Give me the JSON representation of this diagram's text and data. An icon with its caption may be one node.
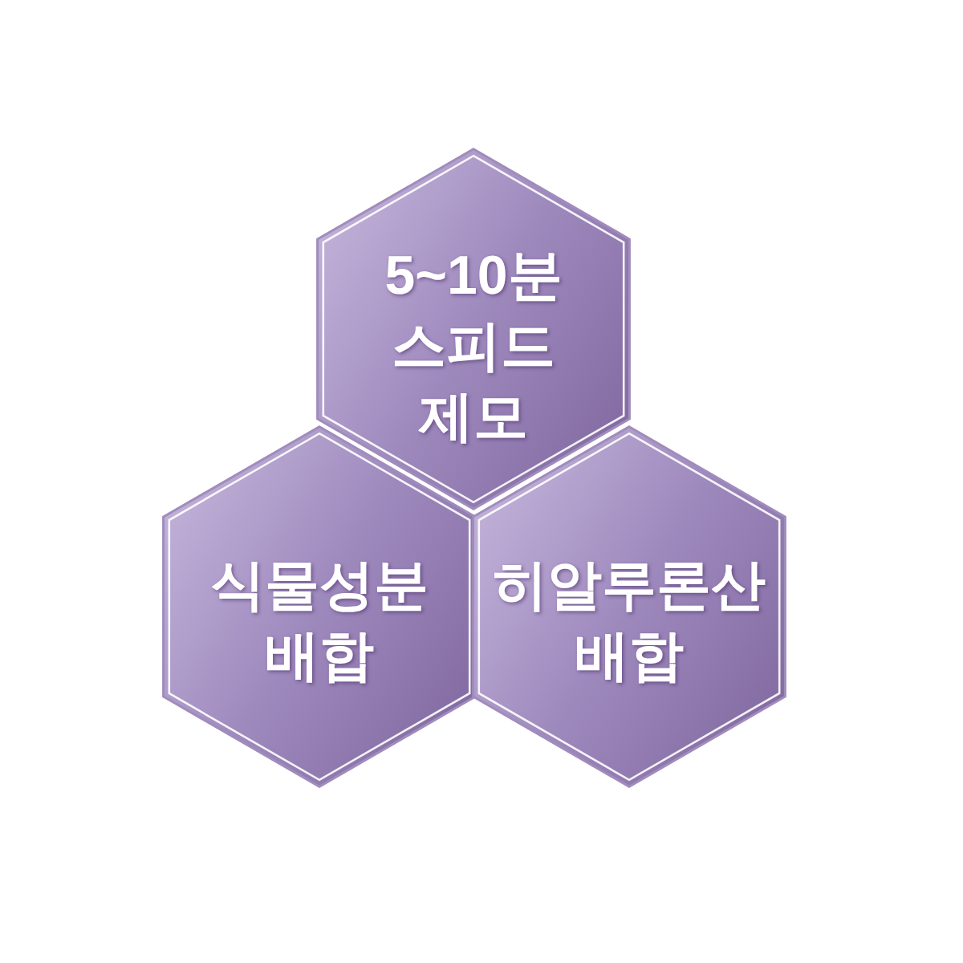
{
  "diagram": {
    "nodes": [
      {
        "text": [
          "5~10분 스피드 제모"
        ]
      },
      {
        "text": [
          "식물성분 배합"
        ]
      },
      {
        "text": [
          "히알루론산 배합"
        ]
      }
    ]
  }
}
